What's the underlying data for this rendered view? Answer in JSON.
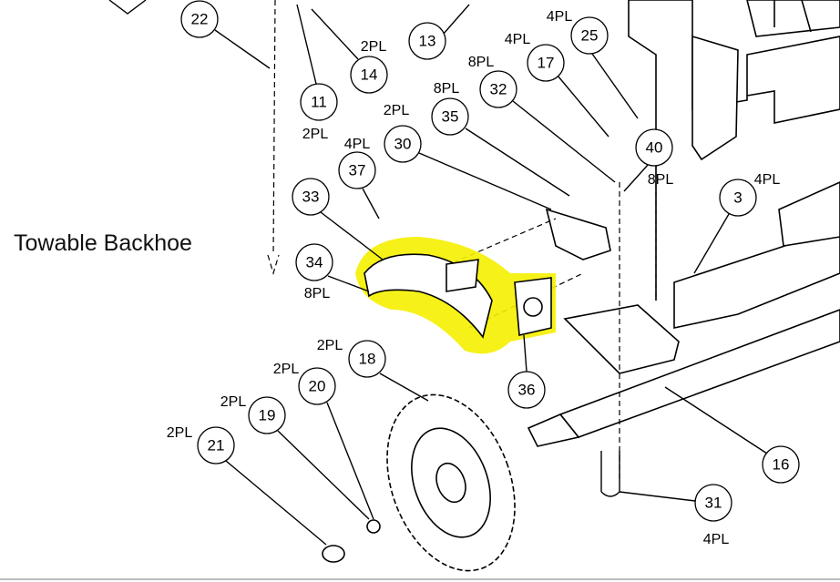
{
  "title": "Towable Backhoe",
  "highlight_color": "#f5f000",
  "callouts": [
    {
      "number": "22",
      "qty": ""
    },
    {
      "number": "14",
      "qty": "2PL"
    },
    {
      "number": "11",
      "qty": "2PL"
    },
    {
      "number": "13",
      "qty": ""
    },
    {
      "number": "25",
      "qty": "4PL"
    },
    {
      "number": "17",
      "qty": "4PL"
    },
    {
      "number": "32",
      "qty": "8PL"
    },
    {
      "number": "35",
      "qty": "8PL"
    },
    {
      "number": "30",
      "qty": "2PL"
    },
    {
      "number": "40",
      "qty": "8PL"
    },
    {
      "number": "37",
      "qty": "4PL"
    },
    {
      "number": "3",
      "qty": "4PL"
    },
    {
      "number": "33",
      "qty": ""
    },
    {
      "number": "34",
      "qty": "8PL"
    },
    {
      "number": "36",
      "qty": ""
    },
    {
      "number": "18",
      "qty": "2PL"
    },
    {
      "number": "20",
      "qty": "2PL"
    },
    {
      "number": "19",
      "qty": "2PL"
    },
    {
      "number": "21",
      "qty": "2PL"
    },
    {
      "number": "16",
      "qty": ""
    },
    {
      "number": "31",
      "qty": "4PL"
    }
  ]
}
